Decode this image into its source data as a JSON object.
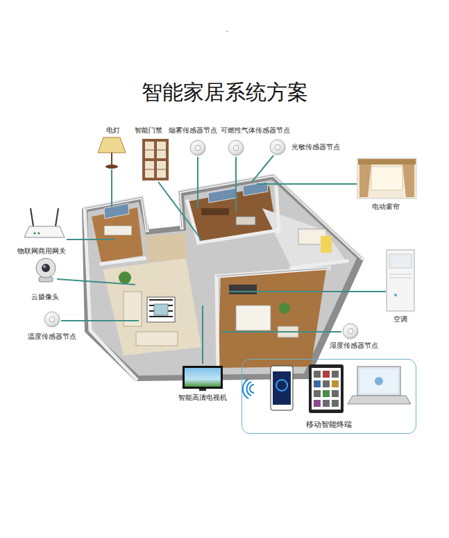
{
  "diagram": {
    "title": "智能家居系统方案",
    "nodes": [
      {
        "text": [
          "移动智能终端"
        ]
      }
    ],
    "labels": [
      "、",
      "电灯",
      "智能门禁",
      "烟雾传感器节点",
      "可燃性气体传感器节点",
      "光敏传感器节点",
      "电动窗帘",
      "物联网商用网关",
      "云摄像头",
      "温度传感器节点",
      "空调",
      "湿度传感器节点",
      "智能高清电视机"
    ]
  }
}
